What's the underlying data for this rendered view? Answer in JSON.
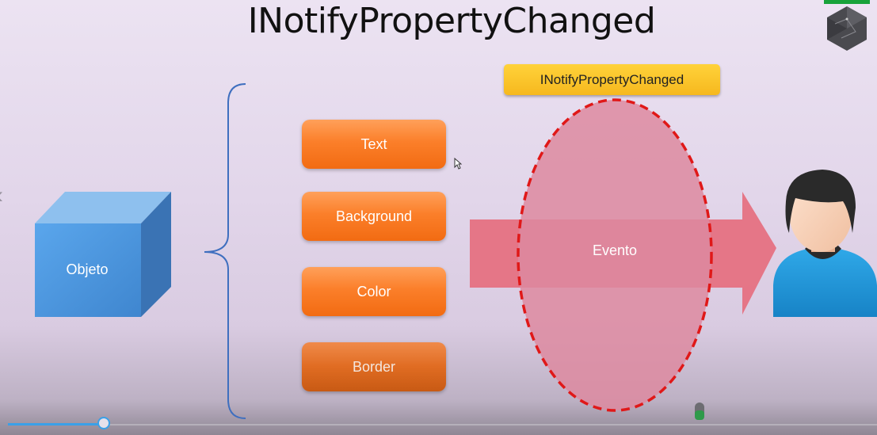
{
  "slide": {
    "title": "INotifyPropertyChanged",
    "object_label": "Objeto",
    "properties": [
      {
        "label": "Text"
      },
      {
        "label": "Background"
      },
      {
        "label": "Color"
      },
      {
        "label": "Border"
      }
    ],
    "interface_tag": "INotifyPropertyChanged",
    "event_label": "Evento"
  },
  "player": {
    "progress_fraction": 0.11
  },
  "colors": {
    "property_button": "#fb7f2a",
    "interface_tag": "#f6b81e",
    "event_dash": "#e01818",
    "arrow": "#e56b7c",
    "cube": "#4f93d9",
    "progress": "#3aa0e8"
  },
  "icons": {
    "logo": "hexagon-logo-icon",
    "prev": "chevron-left-icon",
    "user": "user-avatar-icon",
    "cursor": "mouse-pointer-icon"
  }
}
